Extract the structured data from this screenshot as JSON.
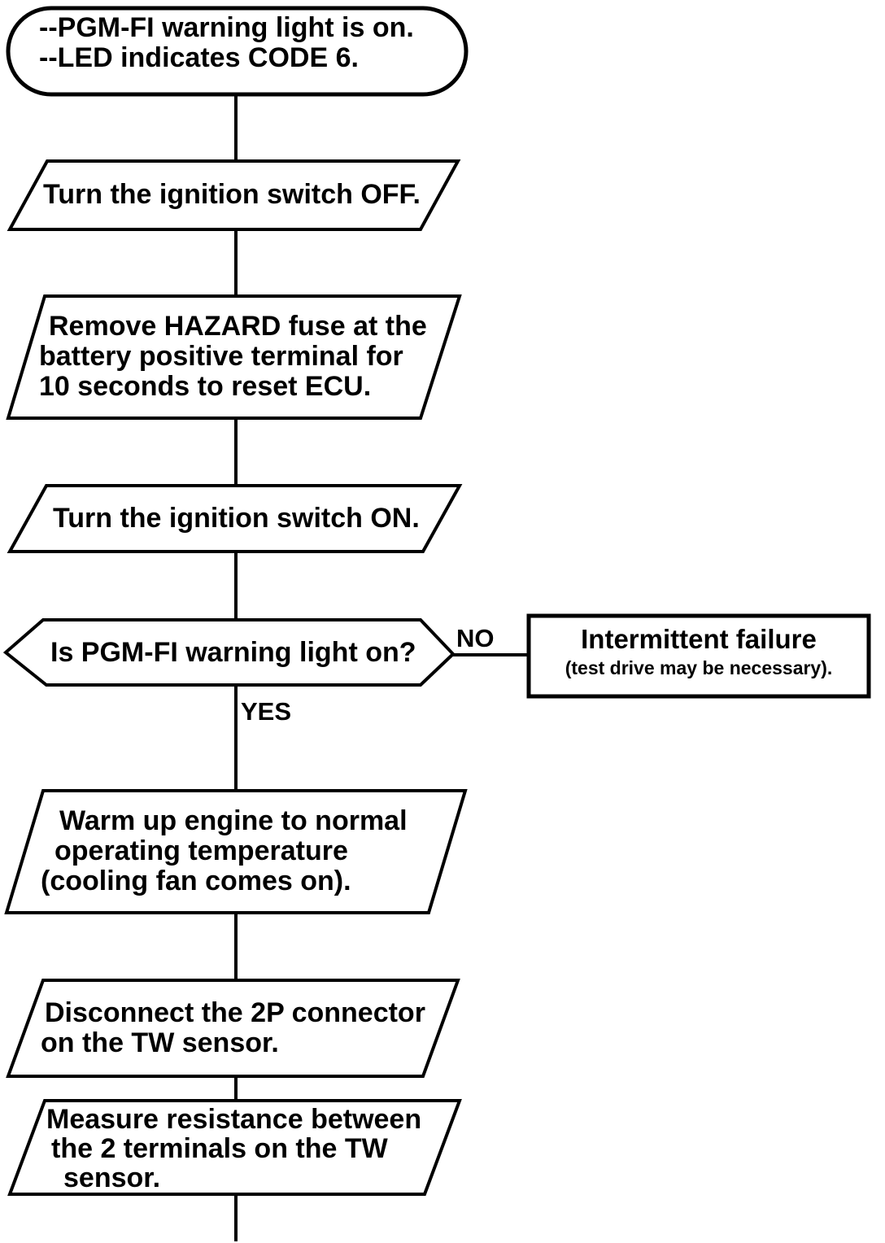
{
  "colors": {
    "ink": "#000000",
    "paper": "#ffffff"
  },
  "flowchart": {
    "start": {
      "lines": [
        "--PGM-FI warning light is on.",
        "--LED indicates CODE 6."
      ]
    },
    "step_ignition_off": {
      "lines": [
        "Turn the ignition switch OFF."
      ]
    },
    "step_remove_fuse": {
      "lines": [
        "Remove HAZARD fuse at the",
        "battery positive terminal for",
        "10 seconds to reset ECU."
      ]
    },
    "step_ignition_on": {
      "lines": [
        "Turn the ignition switch ON."
      ]
    },
    "decision_warning_light": {
      "question": "Is PGM-FI warning light on?",
      "no_label": "NO",
      "yes_label": "YES"
    },
    "result_intermittent": {
      "title": "Intermittent failure",
      "subtitle": "(test drive may be necessary)."
    },
    "step_warm_up": {
      "lines": [
        "Warm up engine to normal",
        "operating temperature",
        "(cooling fan comes on)."
      ]
    },
    "step_disconnect": {
      "lines": [
        "Disconnect the 2P connector",
        "on the TW sensor."
      ]
    },
    "step_measure": {
      "lines": [
        "Measure resistance between",
        "the 2 terminals on the TW",
        "sensor."
      ]
    }
  }
}
